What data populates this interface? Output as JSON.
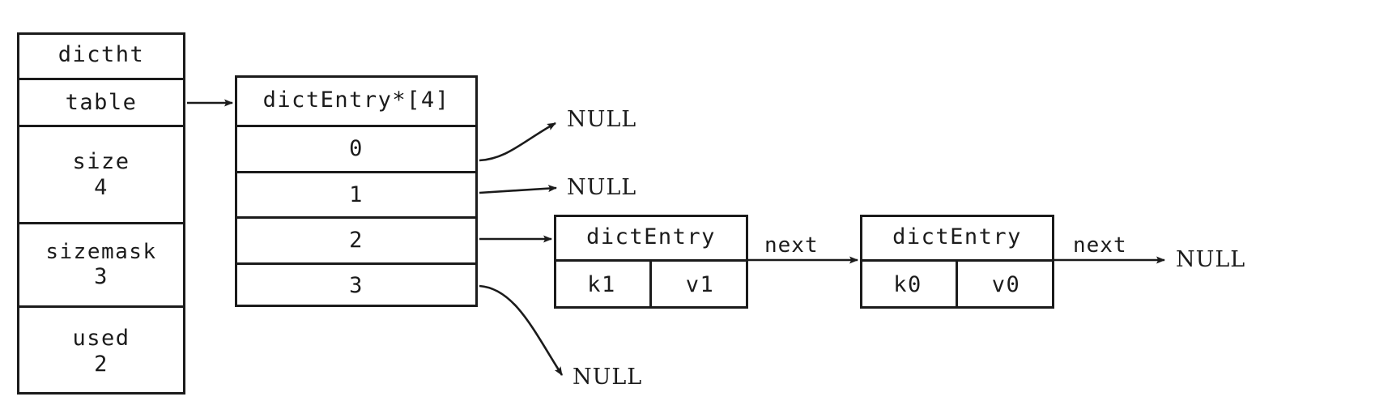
{
  "diagram": {
    "title_struct": "dictht",
    "dictht": {
      "name": "dictht",
      "fields": [
        {
          "label": "table",
          "value": ""
        },
        {
          "label": "size",
          "value": "4"
        },
        {
          "label": "sizemask",
          "value": "3"
        },
        {
          "label": "used",
          "value": "2"
        }
      ]
    },
    "table_array": {
      "header": "dictEntry*[4]",
      "buckets": [
        {
          "index": "0",
          "target": "NULL"
        },
        {
          "index": "1",
          "target": "NULL"
        },
        {
          "index": "2",
          "target": "dictEntry k1/v1"
        },
        {
          "index": "3",
          "target": "NULL"
        }
      ]
    },
    "entries": [
      {
        "title": "dictEntry",
        "key": "k1",
        "value": "v1",
        "next_label": "next"
      },
      {
        "title": "dictEntry",
        "key": "k0",
        "value": "v0",
        "next_label": "next"
      }
    ],
    "nulls": {
      "bucket0": "NULL",
      "bucket1": "NULL",
      "bucket3": "NULL",
      "tail": "NULL"
    },
    "colors": {
      "ink": "#1b1b1b",
      "paper": "#ffffff"
    }
  }
}
